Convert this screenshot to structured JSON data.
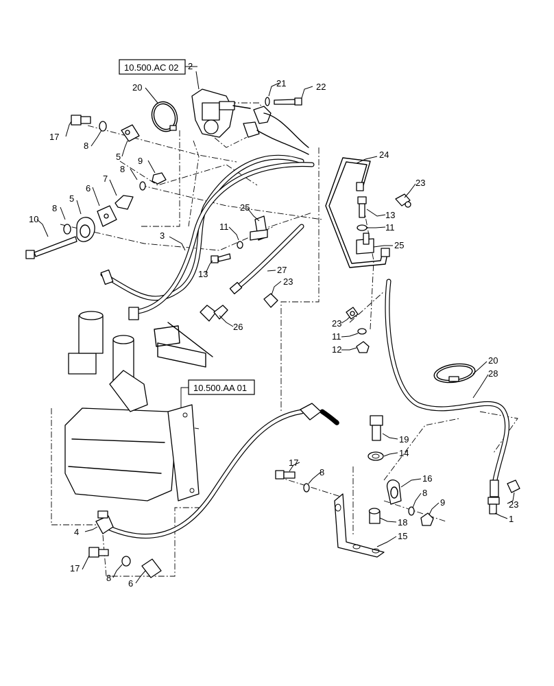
{
  "references": [
    {
      "id": "ref-ac",
      "text": "10.500.AC 02"
    },
    {
      "id": "ref-aa",
      "text": "10.500.AA 01"
    }
  ],
  "callouts": {
    "c1": "1",
    "c2": "2",
    "c3": "3",
    "c4": "4",
    "c5a": "5",
    "c5b": "5",
    "c6a": "6",
    "c6b": "6",
    "c7": "7",
    "c8a": "8",
    "c8b": "8",
    "c8c": "8",
    "c8d": "8",
    "c8e": "8",
    "c8f": "8",
    "c9a": "9",
    "c9b": "9",
    "c10": "10",
    "c11a": "11",
    "c11b": "11",
    "c11c": "11",
    "c12": "12",
    "c13a": "13",
    "c13b": "13",
    "c14": "14",
    "c15": "15",
    "c16": "16",
    "c17a": "17",
    "c17b": "17",
    "c17c": "17",
    "c18": "18",
    "c19": "19",
    "c20a": "20",
    "c20b": "20",
    "c21": "21",
    "c22": "22",
    "c23a": "23",
    "c23b": "23",
    "c23c": "23",
    "c23d": "23",
    "c24": "24",
    "c25a": "25",
    "c25b": "25",
    "c26": "26",
    "c27": "27",
    "c28": "28"
  }
}
